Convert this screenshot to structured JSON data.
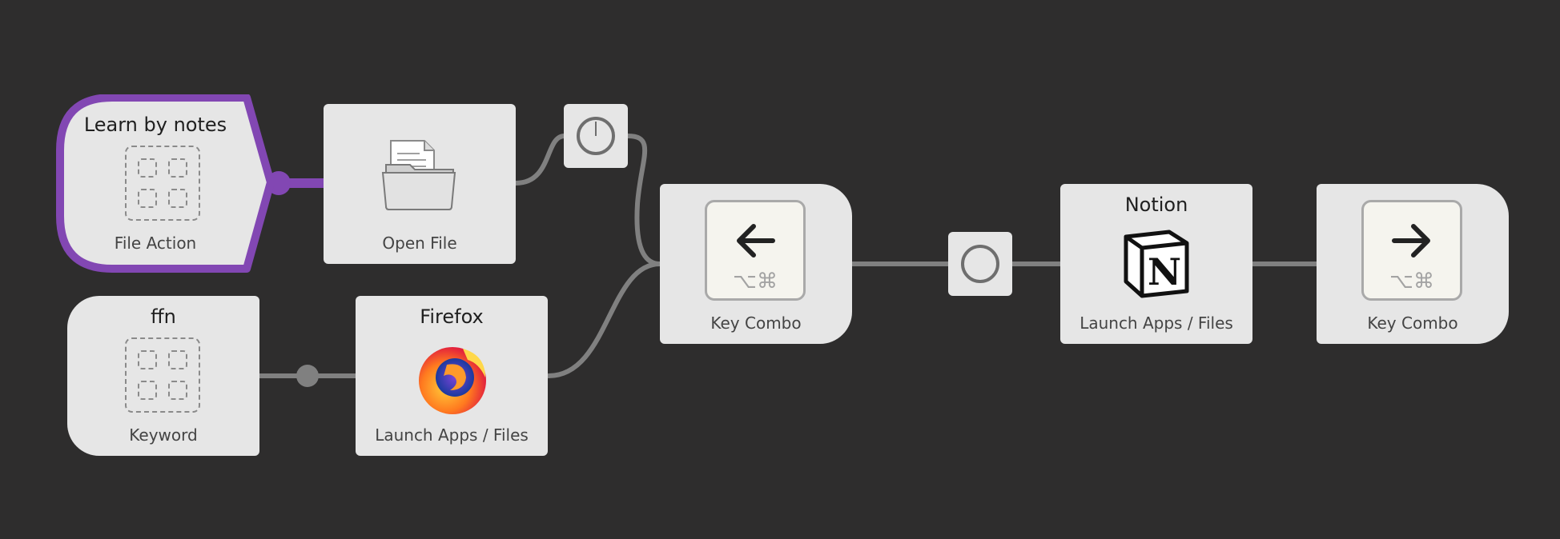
{
  "canvas": {
    "background": "#2e2d2d",
    "connector_color": "#808080",
    "trigger_accent": "#8247b3"
  },
  "nodes": {
    "file_action": {
      "title": "Learn by notes",
      "label": "File Action",
      "icon": "placeholder-grid-icon"
    },
    "open_file": {
      "label": "Open File",
      "icon": "folder-icon"
    },
    "keyword": {
      "title": "ffn",
      "label": "Keyword",
      "icon": "placeholder-grid-icon"
    },
    "firefox": {
      "title": "Firefox",
      "label": "Launch Apps / Files",
      "icon": "firefox-icon"
    },
    "key_combo_left": {
      "label": "Key Combo",
      "arrow": "←",
      "modifiers": "⌥⌘",
      "icon": "left-arrow-icon"
    },
    "notion": {
      "title": "Notion",
      "label": "Launch Apps / Files",
      "icon": "notion-icon"
    },
    "key_combo_right": {
      "label": "Key Combo",
      "arrow": "→",
      "modifiers": "⌥⌘",
      "icon": "right-arrow-icon"
    }
  },
  "utilities": {
    "delay": {
      "icon": "timer-icon"
    },
    "junction": {
      "icon": "circle-icon"
    }
  }
}
